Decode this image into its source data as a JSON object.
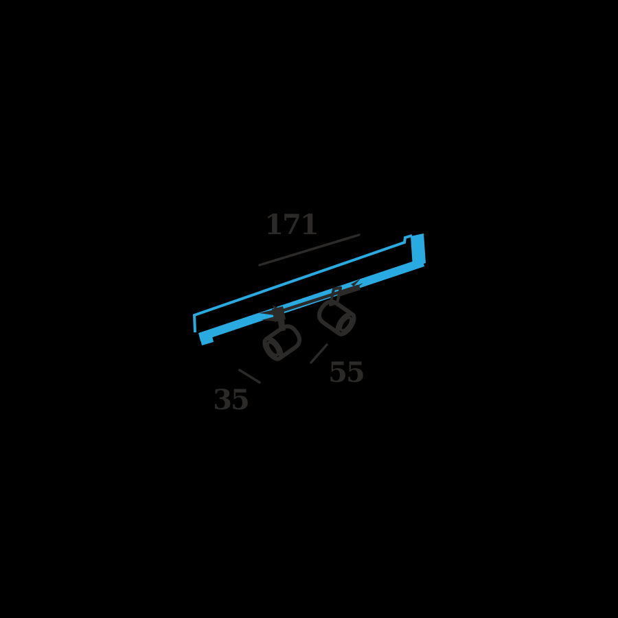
{
  "scene": {
    "background": "#000000",
    "track_color": "#29ABE2",
    "line_color": "#2B2A28"
  },
  "dimensions": {
    "track_length": {
      "label": "171"
    },
    "spot_length": {
      "label": "55"
    },
    "spot_diameter": {
      "label": "35"
    }
  }
}
